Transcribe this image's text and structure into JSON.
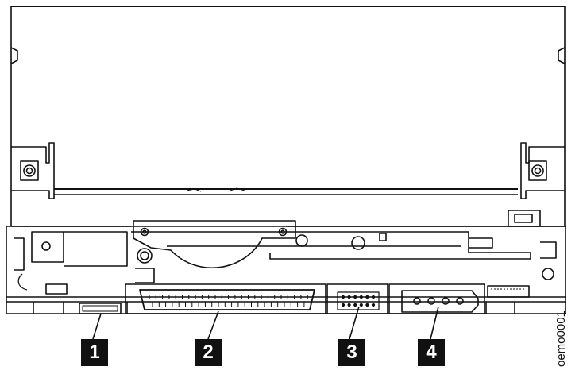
{
  "callouts": [
    {
      "id": "1",
      "label": "1"
    },
    {
      "id": "2",
      "label": "2"
    },
    {
      "id": "3",
      "label": "3"
    },
    {
      "id": "4",
      "label": "4"
    }
  ],
  "figure_id": "oemo0001",
  "colors": {
    "line": "#111111",
    "background": "#ffffff"
  }
}
